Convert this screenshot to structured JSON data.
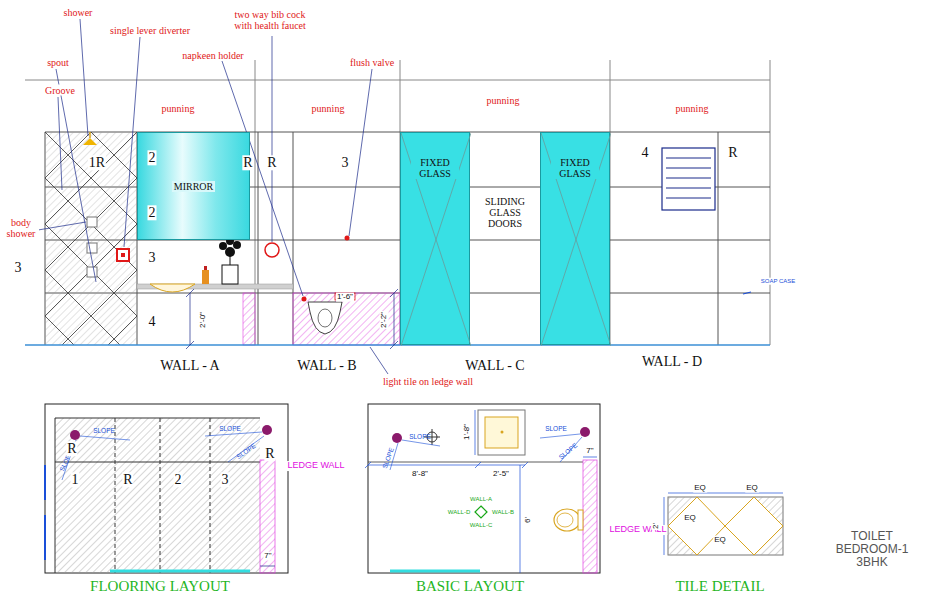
{
  "diagram": {
    "title": "TOILET BEDROOM-1 3BHK",
    "nodes": [
      {
        "text": [
          "MIRROR"
        ]
      },
      {
        "text": [
          "FIXED GLASS"
        ]
      },
      {
        "text": [
          "FIXED GLASS"
        ]
      }
    ],
    "labels": [
      "shower",
      "single lever diverter",
      "two way bib cock with health faucet",
      "napkeen holder",
      "flush valve",
      "spout",
      "Groove",
      "body shower",
      "punning",
      "punning",
      "punning",
      "punning",
      "1R",
      "2",
      "2",
      "3",
      "4",
      "R",
      "R",
      "3",
      "4",
      "R",
      "3",
      "SLIDING GLASS DOORS",
      "SOAP CASE",
      "2'-0\"",
      "1'-6\"",
      "2'-2\"",
      "WALL - A",
      "WALL - B",
      "WALL - C",
      "WALL - D",
      "light tile on ledge wall",
      "SLOPE",
      "SLOPE",
      "SLOPE",
      "SLOPE",
      "R",
      "R",
      "1",
      "R",
      "2",
      "3",
      "LEDGE WALL",
      "7\"",
      "FLOORING LAYOUT",
      "SLOPE",
      "SLOPE",
      "SLOPE",
      "SLOPE",
      "1'-8\"",
      "8'-8\"",
      "2'-5\"",
      "6'",
      "7\"",
      "WALL-A",
      "WALL-B",
      "WALL-C",
      "WALL-D",
      "LEDGE WALL",
      "BASIC LAYOUT",
      "EQ",
      "EQ",
      "EQ",
      "EQ",
      "2'",
      "TILE DETAIL"
    ]
  }
}
